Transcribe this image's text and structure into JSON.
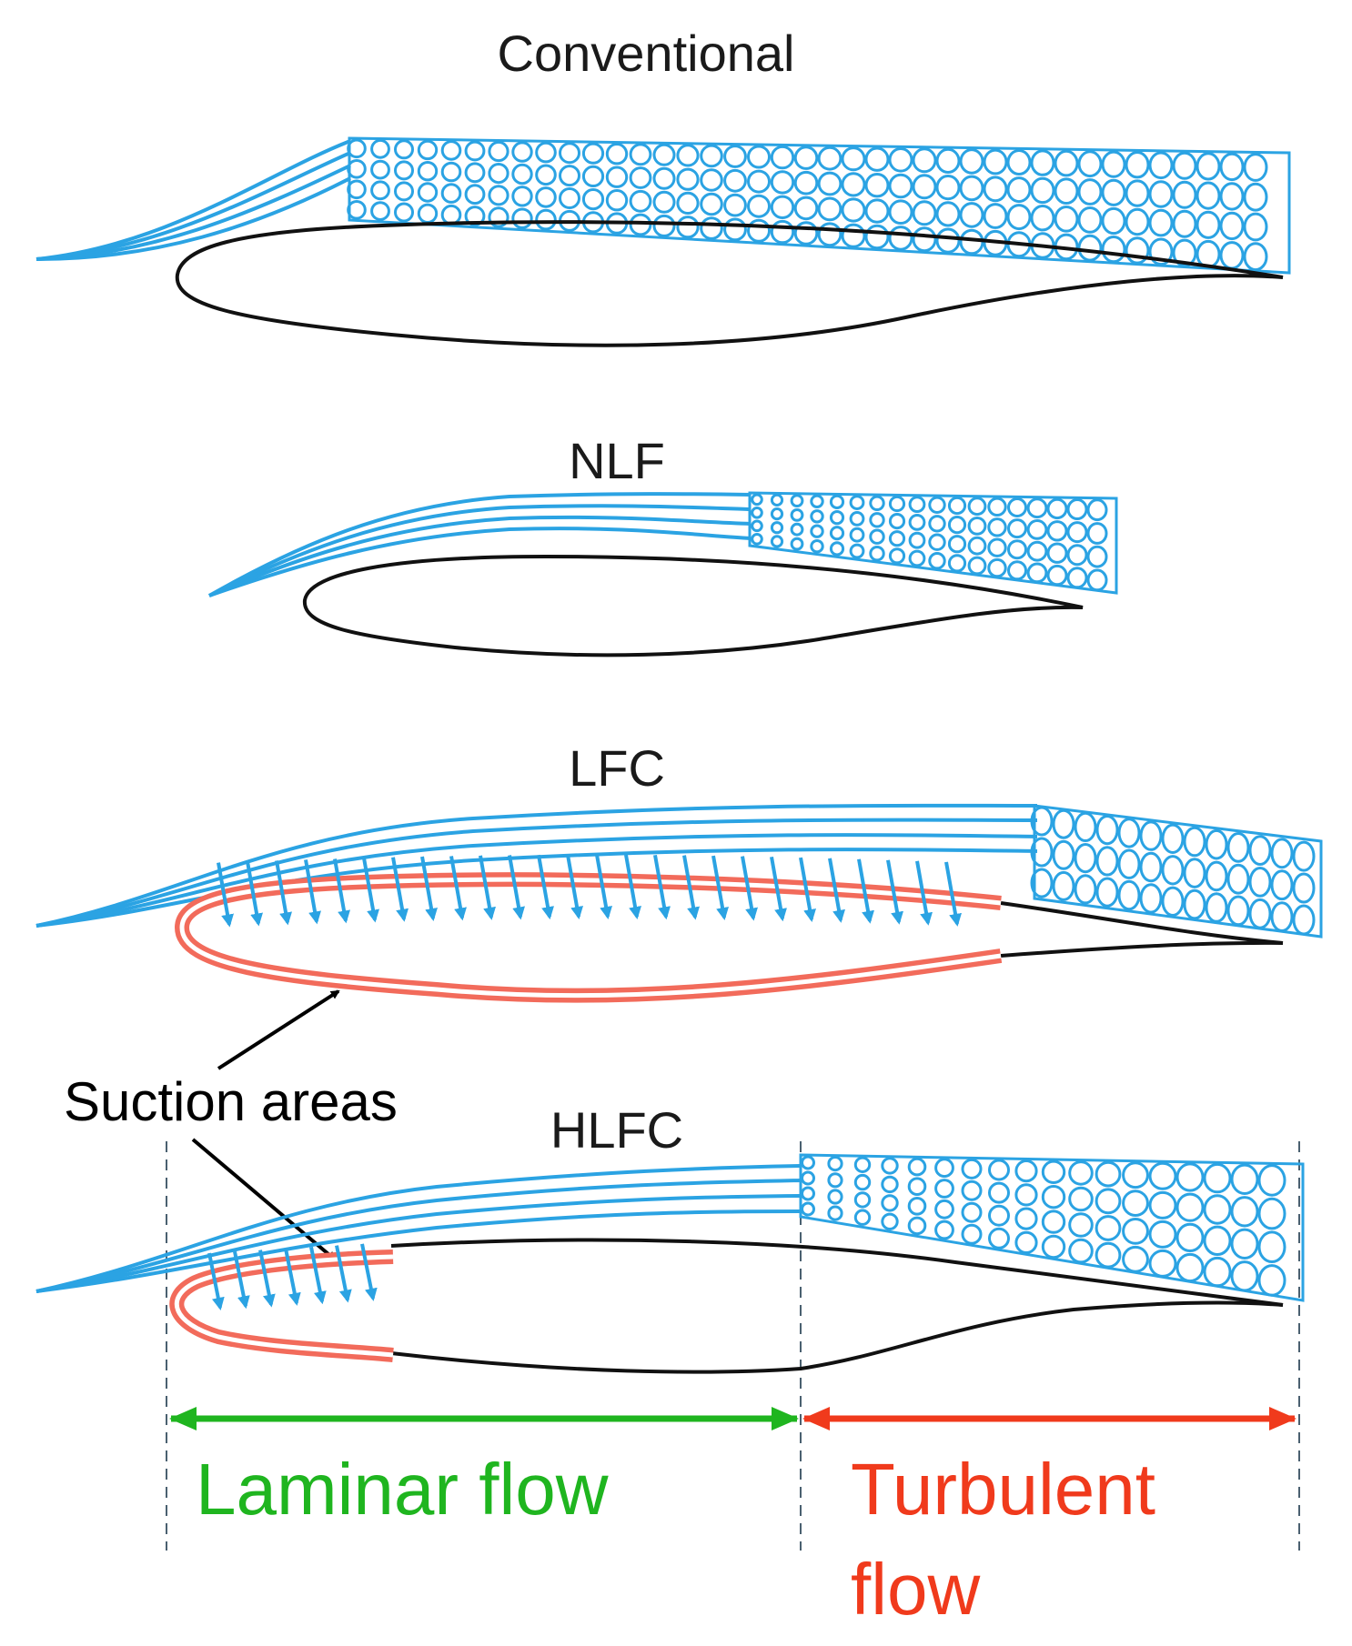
{
  "diagram": {
    "sections": [
      {
        "name": "conventional",
        "title": "Conventional"
      },
      {
        "name": "nlf",
        "title": "NLF"
      },
      {
        "name": "lfc",
        "title": "LFC"
      },
      {
        "name": "hlfc",
        "title": "HLFC"
      }
    ],
    "callout": {
      "text": "Suction areas"
    },
    "legend": {
      "laminar": {
        "text": "Laminar flow",
        "color": "#1fb51f"
      },
      "turbulent": {
        "line1": "Turbulent",
        "line2": "flow",
        "color": "#f03a1c"
      }
    },
    "colors": {
      "airfoil": "#111111",
      "flow": "#2ba3e3",
      "suction": "#f26b5b",
      "arrow": "#000000",
      "guide": "#4a6070"
    }
  }
}
